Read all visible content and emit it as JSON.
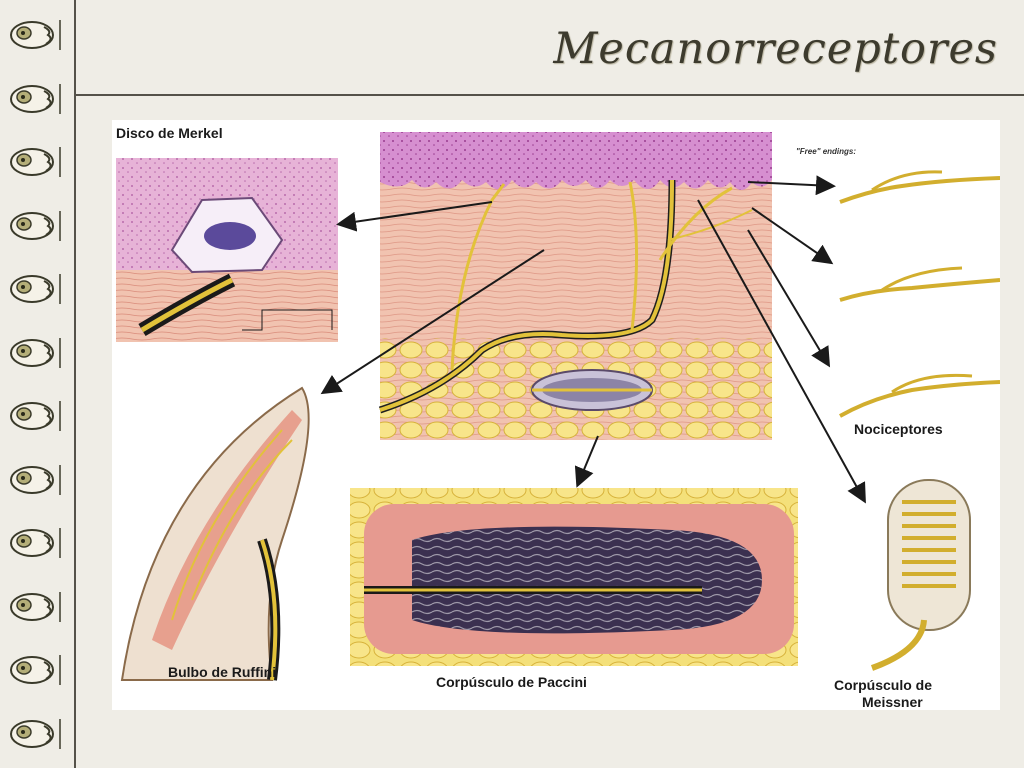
{
  "slide": {
    "title": "Mecanorreceptores"
  },
  "diagram": {
    "labels": {
      "merkel": "Disco de Merkel",
      "free_endings": "\"Free\" endings:",
      "nociceptores": "Nociceptores",
      "ruffini": "Bulbo de Ruffini",
      "paccini": "Corpúsculo de Paccini",
      "meissner_line1": "Corpúsculo de",
      "meissner_line2": "Meissner"
    }
  },
  "binder_rings": 12,
  "colors": {
    "background": "#efede6",
    "rule": "#55524a",
    "title": "#3d3b2e",
    "epidermis": "#d68fd0",
    "dermis": "#f1c3b0",
    "fat": "#f4e07a",
    "nerve": "#e2c23a",
    "nerve_core": "#1f1f1f"
  }
}
